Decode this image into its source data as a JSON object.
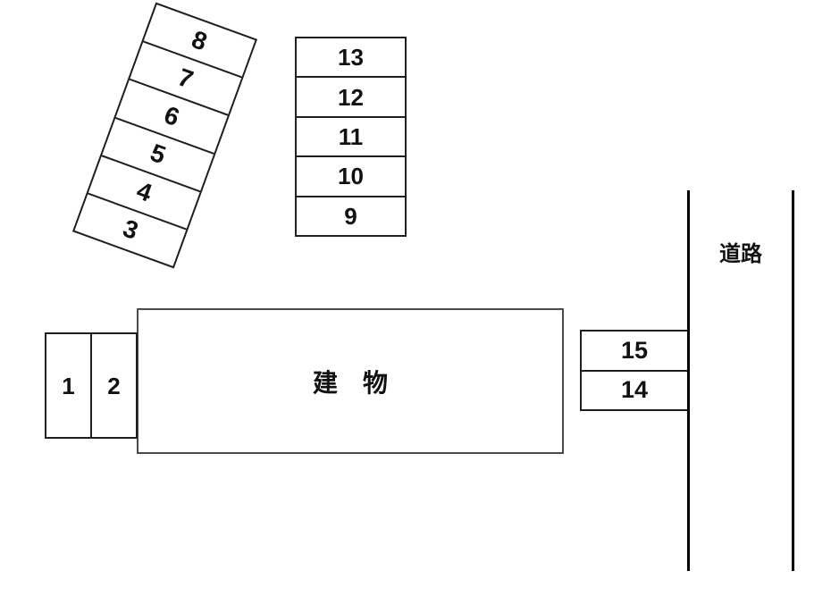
{
  "diagram_type": "parking-lot-layout",
  "colors": {
    "background": "#ffffff",
    "stall_border": "#1f1f1f",
    "building_border": "#4a4a4a",
    "road_line": "#000000",
    "text": "#111111"
  },
  "tilted_block": {
    "rotation_deg": 20,
    "spaces": [
      "8",
      "7",
      "6",
      "5",
      "4",
      "3"
    ]
  },
  "column_block": {
    "spaces": [
      "13",
      "12",
      "11",
      "10",
      "9"
    ]
  },
  "left_block": {
    "spaces": [
      "1",
      "2"
    ]
  },
  "right_block": {
    "spaces": [
      "15",
      "14"
    ]
  },
  "building": {
    "label": "建　物"
  },
  "road": {
    "label": "道路"
  }
}
